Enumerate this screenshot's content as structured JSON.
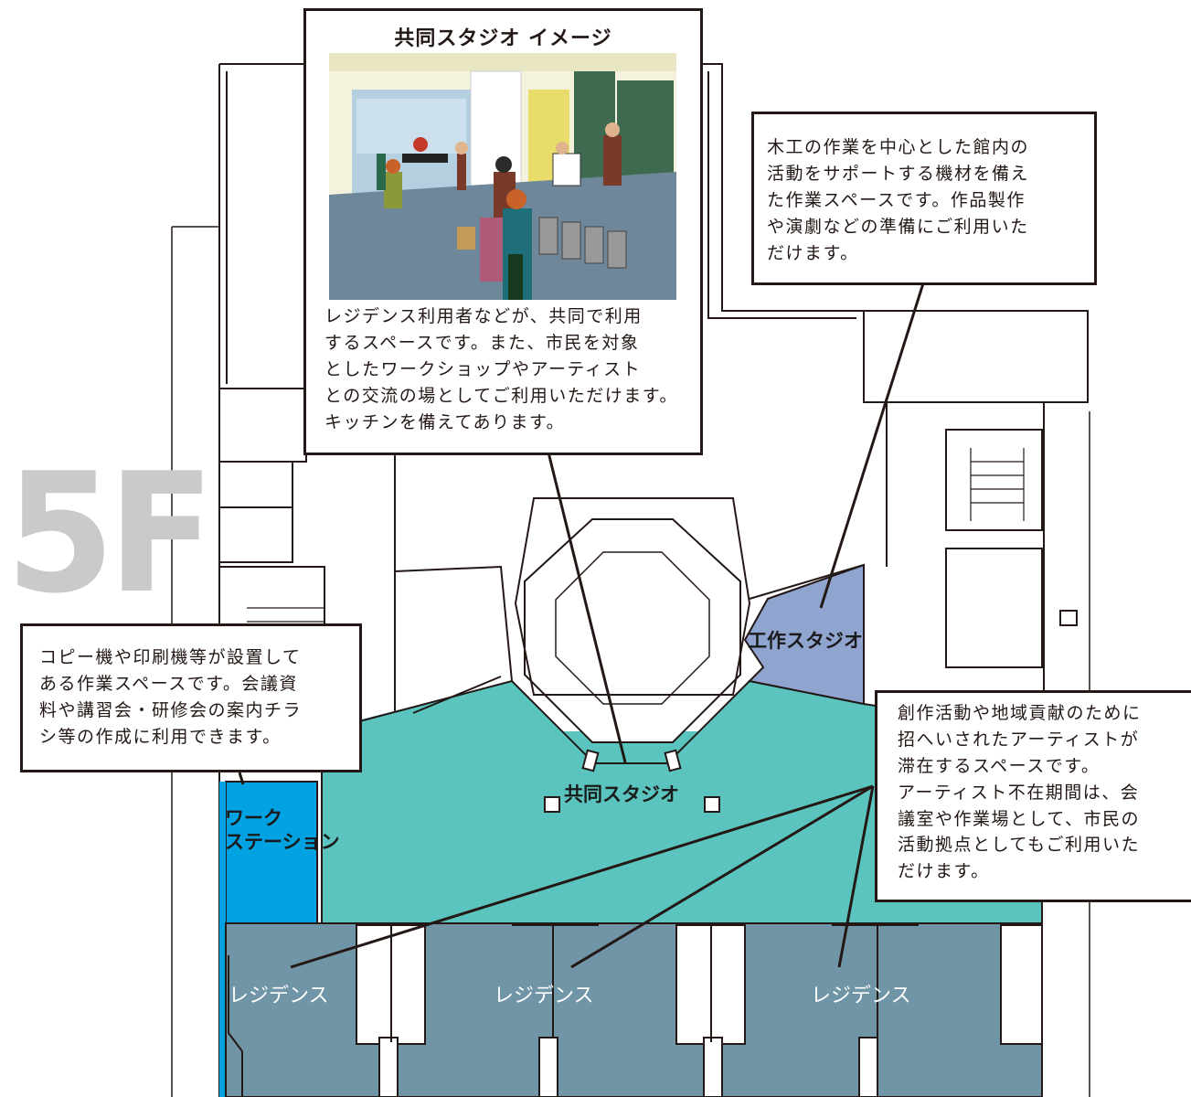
{
  "floor": {
    "label": "5F"
  },
  "rooms": {
    "shared_studio": "共同スタジオ",
    "workshop_studio": "工作スタジオ",
    "workstation": [
      "ワーク",
      "ステーション"
    ],
    "residence_1": "レジデンス",
    "residence_2": "レジデンス",
    "residence_3": "レジデンス"
  },
  "callouts": {
    "studio_image": {
      "title": "共同スタジオ イメージ",
      "lines": [
        "レジデンス利用者などが、共同で利用",
        "するスペースです。また、市民を対象",
        "としたワークショップやアーティスト",
        "との交流の場としてご利用いただけます。",
        "キッチンを備えてあります。"
      ]
    },
    "workshop": {
      "lines": [
        "木工の作業を中心とした館内の",
        "活動をサポートする機材を備え",
        "た作業スペースです。作品製作",
        "や演劇などの準備にご利用いた",
        "だけます。"
      ]
    },
    "workstation": {
      "lines": [
        "コピー機や印刷機等が設置して",
        "ある作業スペースです。会議資",
        "料や講習会・研修会の案内チラ",
        "シ等の作成に利用できます。"
      ]
    },
    "residence": {
      "lines": [
        "創作活動や地域貢献のために",
        "招へいされたアーティストが",
        "滞在するスペースです。",
        "アーティスト不在期間は、会",
        "議室や作業場として、市民の",
        "活動拠点としてもご利用いた",
        "だけます。"
      ]
    }
  },
  "colors": {
    "shared_studio": "#5bc4be",
    "workshop_studio": "#8fa5d0",
    "workstation": "#00a2e2",
    "residence": "#6f95a6",
    "wall": "#231815",
    "floor_label": "#c9caca"
  }
}
